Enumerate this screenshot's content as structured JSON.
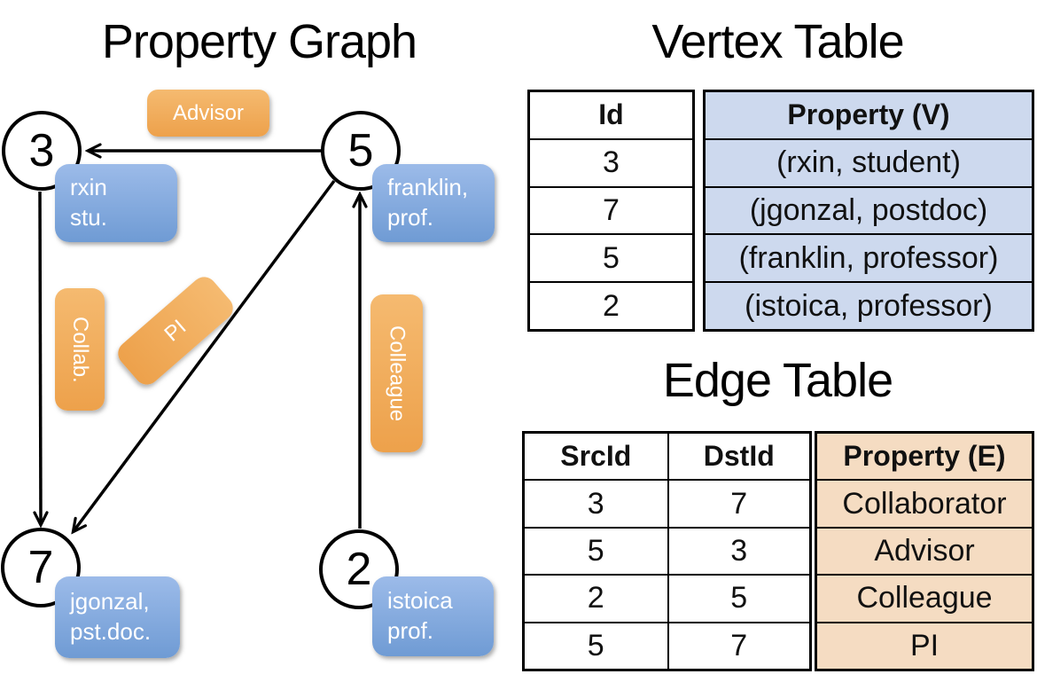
{
  "graph": {
    "title": "Property Graph",
    "nodes": [
      {
        "id": "3",
        "label_line1": "rxin",
        "label_line2": "stu."
      },
      {
        "id": "5",
        "label_line1": "franklin,",
        "label_line2": "prof."
      },
      {
        "id": "7",
        "label_line1": "jgonzal,",
        "label_line2": "pst.doc."
      },
      {
        "id": "2",
        "label_line1": "istoica",
        "label_line2": "prof."
      }
    ],
    "edge_labels": {
      "advisor": "Advisor",
      "collab": "Collab.",
      "pi": "PI",
      "colleague": "Colleague"
    }
  },
  "vertex_table": {
    "title": "Vertex Table",
    "columns": {
      "id": "Id",
      "property": "Property (V)"
    },
    "rows": [
      {
        "id": "3",
        "property": "(rxin, student)"
      },
      {
        "id": "7",
        "property": "(jgonzal, postdoc)"
      },
      {
        "id": "5",
        "property": "(franklin, professor)"
      },
      {
        "id": "2",
        "property": "(istoica, professor)"
      }
    ]
  },
  "edge_table": {
    "title": "Edge Table",
    "columns": {
      "src": "SrcId",
      "dst": "DstId",
      "property": "Property (E)"
    },
    "rows": [
      {
        "src": "3",
        "dst": "7",
        "property": "Collaborator"
      },
      {
        "src": "5",
        "dst": "3",
        "property": "Advisor"
      },
      {
        "src": "2",
        "dst": "5",
        "property": "Colleague"
      },
      {
        "src": "5",
        "dst": "7",
        "property": "PI"
      }
    ]
  },
  "colors": {
    "label_orange": "#EDA14B",
    "label_orange_light": "#F5BA70",
    "node_blue": "#6F9BD4",
    "node_blue_light": "#9CBBE9",
    "vertex_cell_fill": "#CDD9EE",
    "edge_cell_fill": "#F5DCC2",
    "line_black": "#000000"
  }
}
